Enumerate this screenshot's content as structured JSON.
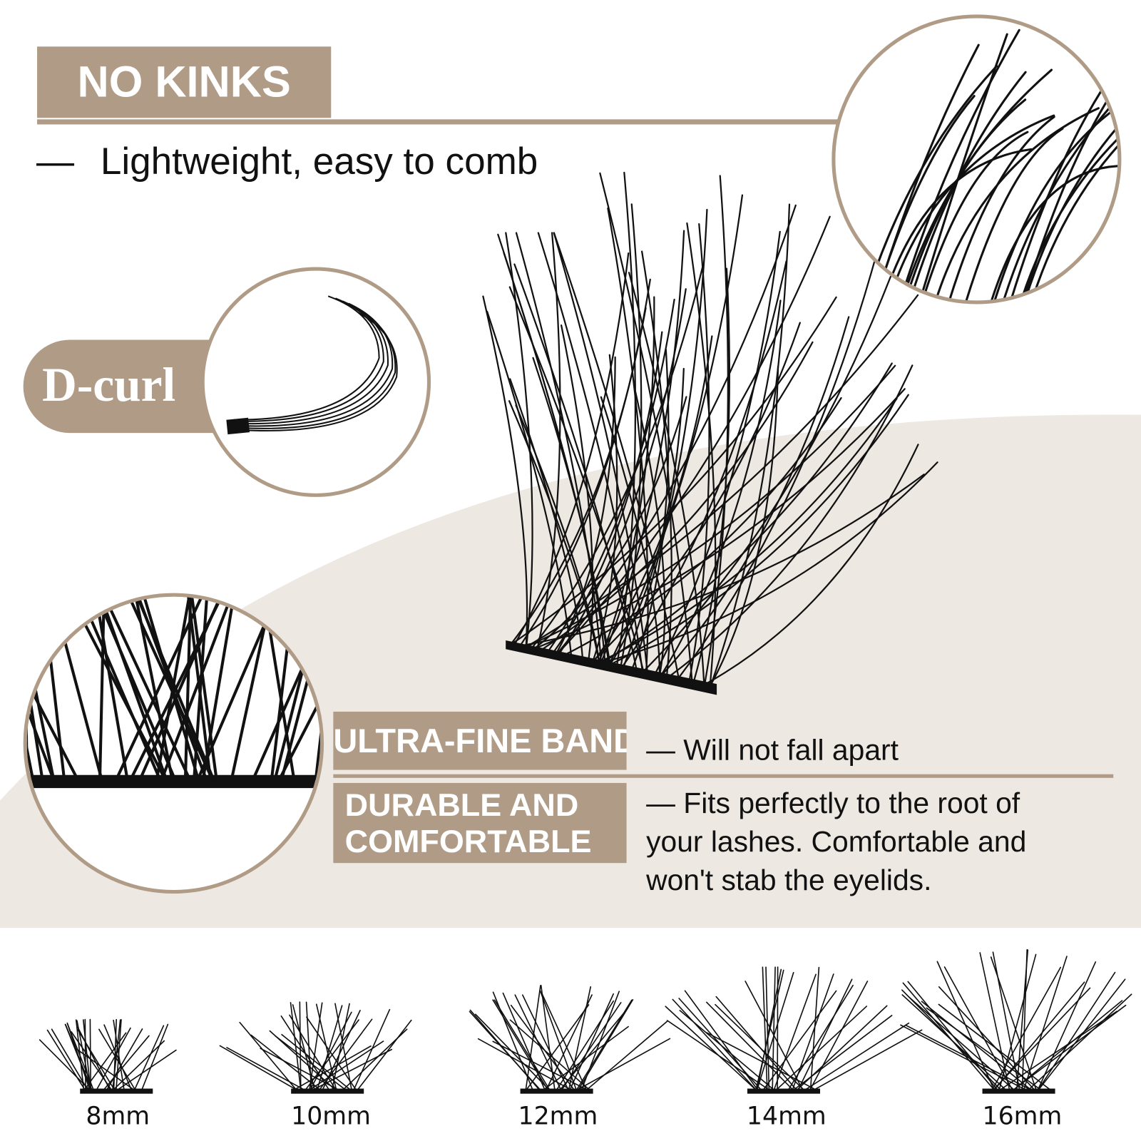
{
  "colors": {
    "accent": "#b09c86",
    "background_curve": "#eee8e2"
  },
  "header": {
    "title": "NO KINKS",
    "subtitle": "Lightweight, easy to comb",
    "dash": "—"
  },
  "curl": {
    "label": "D-curl"
  },
  "band": {
    "title": "ULTRA-FINE BAND",
    "desc": "— Will not fall apart"
  },
  "durable": {
    "title_line1": "DURABLE AND",
    "title_line2": "COMFORTABLE",
    "desc_line1": "— Fits perfectly to the root of",
    "desc_line2": "your lashes. Comfortable and",
    "desc_line3": "won't stab the eyelids."
  },
  "lengths": [
    {
      "label": "8mm",
      "mm": 8
    },
    {
      "label": "10mm",
      "mm": 10
    },
    {
      "label": "12mm",
      "mm": 12
    },
    {
      "label": "14mm",
      "mm": 14
    },
    {
      "label": "16mm",
      "mm": 16
    }
  ]
}
